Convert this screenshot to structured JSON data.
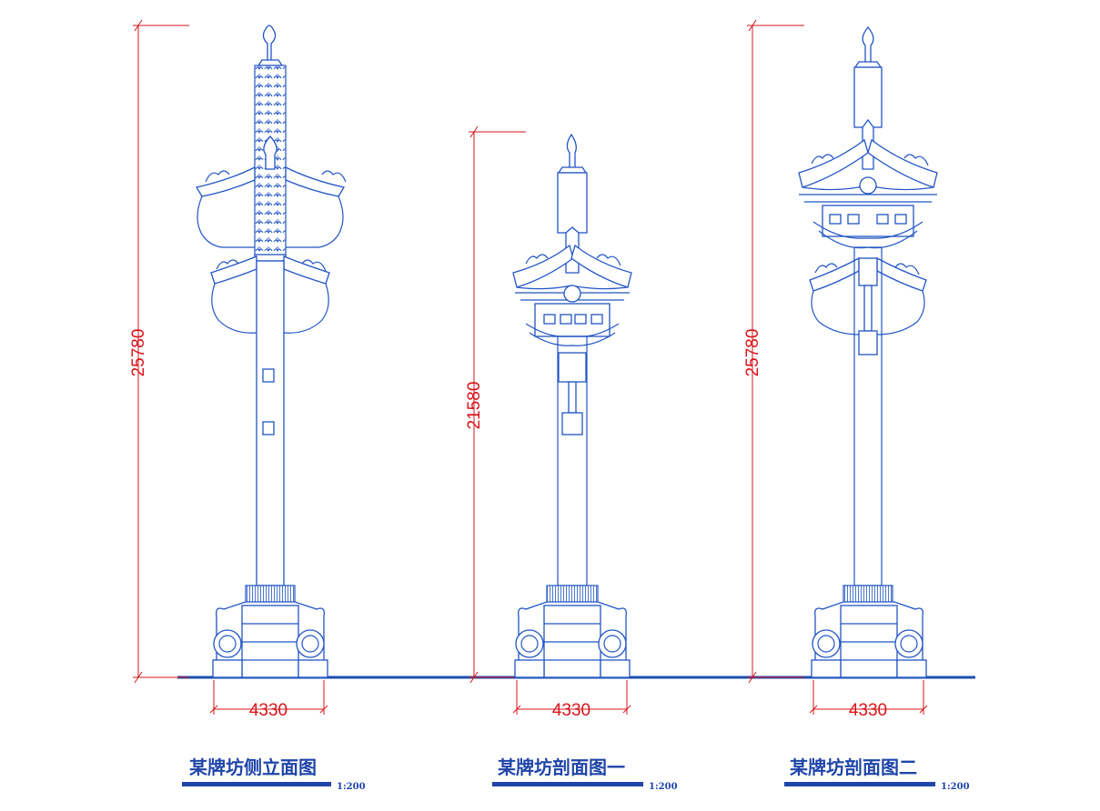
{
  "colors": {
    "line": "#2255c4",
    "dimension": "#d8151b",
    "title": "#1f45a8",
    "ground": "#1a4fb0"
  },
  "drawings": [
    {
      "title": "某牌坊侧立面图",
      "scale": "1:200",
      "height_label": "25780",
      "width_label": "4330",
      "variant": "side-elevation"
    },
    {
      "title": "某牌坊剖面图一",
      "scale": "1:200",
      "height_label": "21580",
      "width_label": "4330",
      "variant": "section-one"
    },
    {
      "title": "某牌坊剖面图二",
      "scale": "1:200",
      "height_label": "25780",
      "width_label": "4330",
      "variant": "section-two"
    }
  ]
}
